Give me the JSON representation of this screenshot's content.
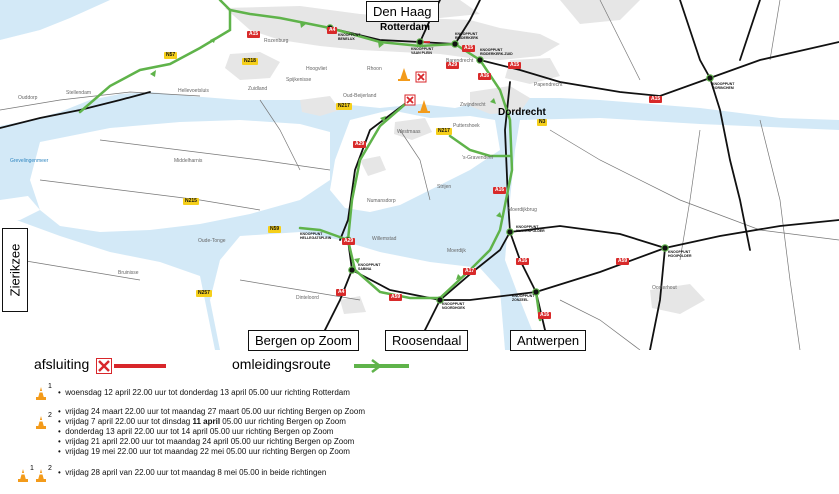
{
  "colors": {
    "water": "#d3e9f7",
    "land": "#ffffff",
    "urban": "#e7e7e7",
    "road": "#111111",
    "closure": "#d8262a",
    "detour": "#5fb34a",
    "shield_red": "#d82a2a",
    "shield_yellow": "#f5cf1b"
  },
  "cities_boxed": {
    "den_haag": "Den Haag",
    "bergen_op_zoom": "Bergen op Zoom",
    "roosendaal": "Roosendaal",
    "antwerpen": "Antwerpen",
    "zierikzee": "Zierikzee"
  },
  "cities_bold": {
    "rotterdam": "Rotterdam",
    "dordrecht": "Dordrecht"
  },
  "towns": {
    "ouddorp": "Ouddorp",
    "stellendam": "Stellendam",
    "hellevoetsluis": "Hellevoetsluis",
    "spijkenisse": "Spijkenisse",
    "hoogvliet": "Hoogvliet",
    "rozenburg": "Rozenburg",
    "zuidland": "Zuidland",
    "rhoon": "Rhoon",
    "barendrecht": "Barendrecht",
    "oud_beijerland": "Oud-Beijerland",
    "zwijndrecht": "Zwijndrecht",
    "papendrecht": "Papendrecht",
    "westmaas": "Westmaas",
    "puttershoek": "Puttershoek",
    "s_gravendeel": "'s-Gravendeel",
    "middelharnis": "Middelharnis",
    "numansdorp": "Numansdorp",
    "strijen": "Strijen",
    "moerdijkbrug": "Moerdijkbrug",
    "oude_tonge": "Oude-Tonge",
    "willemstad": "Willemstad",
    "moerdijk": "Moerdijk",
    "bruinisse": "Bruinisse",
    "dinteloord": "Dinteloord",
    "oosterhout": "Oosterhout",
    "grevelingenmeer": "Grevelingenmeer"
  },
  "junctions": {
    "benelux": "KNOOPPUNT BENELUX",
    "vaanplein": "KNOOPPUNT VAAN PLEIN",
    "ridderkerk": "KNOOPPUNT RIDDERKERK",
    "ridderkerk_zuid": "KNOOPPUNT RIDDERKERK-ZUID",
    "gorinchem": "KNOOPPUNT GORINCHEM",
    "klaverpolder": "KNOOPPUNT KLAVERPOLDER",
    "hellegatsplein": "KNOOPPUNT HELLEGATSPLEIN",
    "sabina": "KNOOPPUNT SABINA",
    "noordhoek": "KNOOPPUNT NOORDHOEK",
    "hooipolder": "KNOOPPUNT HOOIPOLDER",
    "zonzeel": "KNOOPPUNT ZONZEEL"
  },
  "shields": {
    "a4": "A4",
    "a15_rozenburg": "A15",
    "a15_east": "A15",
    "a15_ridderkerk": "A15",
    "a16_north": "A16",
    "a16_mid": "A16",
    "a16_south": "A16",
    "a16_zonzeel": "A16",
    "a29_north": "A29",
    "a29_hoeksche": "A29",
    "a29_south": "A29",
    "a4_south": "A4",
    "a17": "A17",
    "a59_west": "A59",
    "a59_east": "A59",
    "a15_gorinchem": "A15",
    "n57": "N57",
    "n218": "N218",
    "n217_a": "N217",
    "n217_b": "N217",
    "n3": "N3",
    "n215": "N215",
    "n59": "N59",
    "n257": "N257"
  },
  "legend": {
    "closure_label": "afsluiting",
    "detour_label": "omleidingsroute"
  },
  "entries": {
    "e1": "woensdag 12 april 22.00 uur tot donderdag 13 april 05.00 uur richting Rotterdam",
    "e2": "vrijdag 24 maart 22.00 uur tot maandag 27 maart 05.00 uur richting Bergen op Zoom",
    "e3_pre": "vrijdag 7 april 22.00 uur tot dinsdag ",
    "e3_bold": "11 april",
    "e3_post": " 05.00 uur richting Bergen op Zoom",
    "e4": "donderdag 13 april 22.00 uur tot 14 april 05.00 uur richting Bergen op Zoom",
    "e5": "vrijdag 21 april 22.00 uur tot maandag 24 april 05.00 uur richting Bergen op Zoom",
    "e6": "vrijdag 19 mei 22.00 uur tot maandag 22 mei 05.00 uur richting Bergen op Zoom",
    "e7": "vrijdag 28 april van 22.00 uur tot maandag 8 mei 05.00 in beide richtingen"
  },
  "bullet": "•",
  "cone_numbers": {
    "one": "1",
    "two": "2"
  }
}
